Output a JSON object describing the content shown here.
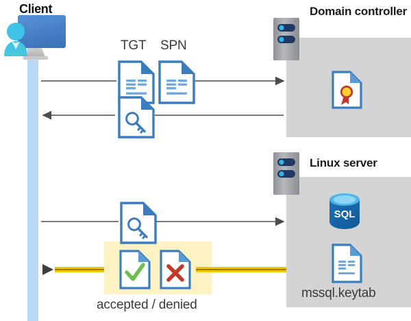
{
  "diagram": {
    "title_client": "Client",
    "title_domain_controller": "Domain controller",
    "title_linux_server": "Linux server",
    "labels": {
      "tgt": "TGT",
      "spn": "SPN",
      "accepted_denied": "accepted / denied",
      "keytab": "mssql.keytab"
    },
    "icons": {
      "client": "client-workstation-icon",
      "dc_rack": "server-rack-icon",
      "linux_rack": "server-rack-icon",
      "tgt_doc": "document-icon",
      "spn_doc": "document-icon",
      "ticket_key_doc": "document-key-icon",
      "request_key_doc": "document-key-icon",
      "certificate": "certificate-document-icon",
      "sql_database": "sql-database-icon",
      "keytab_doc": "document-icon",
      "accepted_doc": "document-check-icon",
      "denied_doc": "document-x-icon"
    },
    "flows": [
      {
        "name": "client-to-dc-request",
        "direction": "right",
        "color": "#4d4d4d"
      },
      {
        "name": "dc-to-client-ticket",
        "direction": "left",
        "color": "#4d4d4d"
      },
      {
        "name": "client-to-linux-request",
        "direction": "right",
        "color": "#4d4d4d"
      },
      {
        "name": "linux-to-client-response",
        "direction": "left",
        "color": "#f2c800"
      }
    ],
    "colors": {
      "panel_gray": "#d4d4d4",
      "lifeline_blue": "#b8d8f5",
      "highlight_yellow": "#fdf2c4",
      "arrow_gray": "#4d4d4d",
      "arrow_gold": "#f2c800",
      "doc_blue": "#3a7ebf",
      "accent_green": "#6dbf4b",
      "accent_red": "#c0392b",
      "sql_blue": "#1565a8"
    }
  }
}
